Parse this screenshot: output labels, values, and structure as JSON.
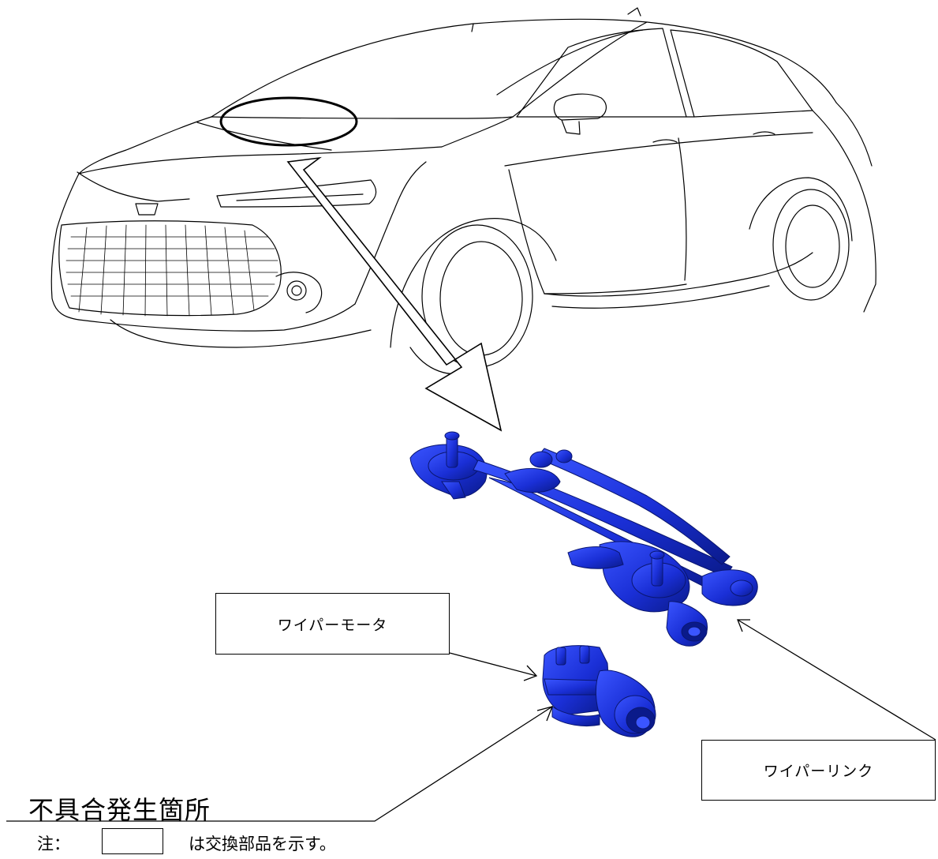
{
  "callouts": {
    "wiper_motor": "ワイパーモータ",
    "wiper_link": "ワイパーリンク"
  },
  "defect_location": "不具合発生箇所",
  "note": {
    "prefix": "注：",
    "text": "は交換部品を示す。"
  },
  "colors": {
    "part_highlight": "#1a2fd6",
    "line_art": "#000000"
  },
  "icons": {
    "vehicle": "car-line-art",
    "wiper_link": "wiper-linkage-3d",
    "wiper_motor": "wiper-motor-3d"
  }
}
